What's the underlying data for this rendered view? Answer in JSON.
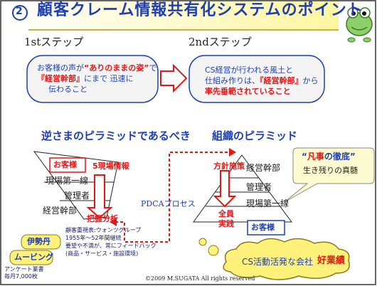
{
  "title": {
    "number": "2",
    "text": "顧客クレーム情報共有化システムのポイント"
  },
  "steps": [
    {
      "heading": "1stステップ",
      "line1_a": "お客様の声が",
      "line1_b": "“ありのままの姿”",
      "line1_c": "で",
      "line2_a": "『経営幹部』",
      "line2_b": "にまで 迅速に",
      "line3": "伝わること"
    },
    {
      "heading": "2ndステップ",
      "line1": "CS経営が行われる風土と",
      "line2_a": "仕組み作りは、",
      "line2_b": "『経営幹部』",
      "line2_c": "から",
      "line3": "率先垂範されていること"
    }
  ],
  "left_pyramid": {
    "title": "逆さまのピラミッドであるべき",
    "customer": "お客様",
    "info": "5現場情報",
    "levels": [
      "現場第一線",
      "管理者",
      "経営幹部"
    ],
    "analysis": "把握分析"
  },
  "right_pyramid": {
    "title": "組織のピラミッド",
    "policy": "方針施策",
    "levels": [
      "経営幹部",
      "管理者",
      "現場第一線"
    ],
    "all_staff": [
      "全員",
      "実践"
    ],
    "customer": "お客様"
  },
  "pdca_label": "PDCAプロセス",
  "slogan": {
    "line1_a": "“",
    "line1_b": "凡事",
    "line1_c": "の徹底”",
    "line2": "生き残りの真髄"
  },
  "cloud": {
    "text": "CS活動活発な会社",
    "highlight": "好業績"
  },
  "tags": {
    "isetan": "伊勢丹",
    "moving": "ムービング"
  },
  "survey": {
    "line1": "アンケート業書",
    "line2": "毎月7,000枚"
  },
  "notes": [
    "顧客重視表:ウォンツグループ",
    "1955年〜52年間継続",
    "要望や不満が、常にフィードバック",
    "(商品・サービス・施設環境)"
  ],
  "copyright": "©2009 M.SUGATA All rights reserved"
}
